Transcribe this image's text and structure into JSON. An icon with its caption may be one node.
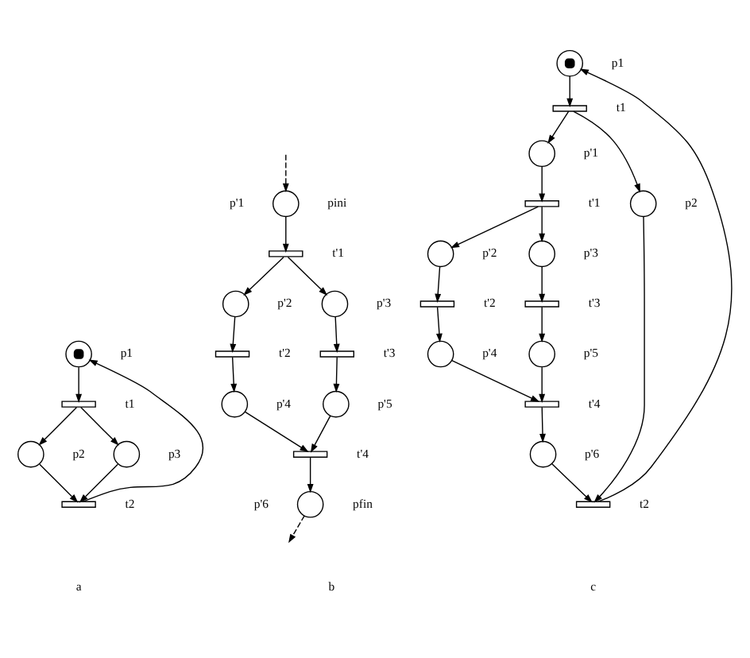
{
  "diagram": {
    "nodes": [
      {
        "text": [],
        "shape": "marked-circle",
        "beside": [
          "p1"
        ]
      },
      {
        "text": [],
        "shape": "bar",
        "beside": [
          "t1"
        ]
      },
      {
        "text": [],
        "shape": "circle",
        "beside": [
          "p2"
        ]
      },
      {
        "text": [],
        "shape": "circle",
        "beside": [
          "p3"
        ]
      },
      {
        "text": [],
        "shape": "bar",
        "beside": [
          "t2"
        ]
      },
      {
        "text": [],
        "shape": "circle",
        "beside": [
          "p'1",
          "pini"
        ]
      },
      {
        "text": [],
        "shape": "bar",
        "beside": [
          "t'1"
        ]
      },
      {
        "text": [],
        "shape": "circle",
        "beside": [
          "p'2"
        ]
      },
      {
        "text": [],
        "shape": "circle",
        "beside": [
          "p'3"
        ]
      },
      {
        "text": [],
        "shape": "bar",
        "beside": [
          "t'2"
        ]
      },
      {
        "text": [],
        "shape": "bar",
        "beside": [
          "t'3"
        ]
      },
      {
        "text": [],
        "shape": "circle",
        "beside": [
          "p'4"
        ]
      },
      {
        "text": [],
        "shape": "circle",
        "beside": [
          "p'5"
        ]
      },
      {
        "text": [],
        "shape": "bar",
        "beside": [
          "t'4"
        ]
      },
      {
        "text": [],
        "shape": "circle",
        "beside": [
          "p'6",
          "pfin"
        ]
      },
      {
        "text": [],
        "shape": "marked-circle",
        "beside": [
          "p1"
        ]
      },
      {
        "text": [],
        "shape": "bar",
        "beside": [
          "t1"
        ]
      },
      {
        "text": [],
        "shape": "circle",
        "beside": [
          "p'1"
        ]
      },
      {
        "text": [],
        "shape": "circle",
        "beside": [
          "p2"
        ]
      },
      {
        "text": [],
        "shape": "bar",
        "beside": [
          "t'1"
        ]
      },
      {
        "text": [],
        "shape": "circle",
        "beside": [
          "p'2"
        ]
      },
      {
        "text": [],
        "shape": "circle",
        "beside": [
          "p'3"
        ]
      },
      {
        "text": [],
        "shape": "bar",
        "beside": [
          "t'2"
        ]
      },
      {
        "text": [],
        "shape": "bar",
        "beside": [
          "t'3"
        ]
      },
      {
        "text": [],
        "shape": "circle",
        "beside": [
          "p'4"
        ]
      },
      {
        "text": [],
        "shape": "circle",
        "beside": [
          "p'5"
        ]
      },
      {
        "text": [],
        "shape": "bar",
        "beside": [
          "t'4"
        ]
      },
      {
        "text": [],
        "shape": "circle",
        "beside": [
          "p'6"
        ]
      },
      {
        "text": [],
        "shape": "bar",
        "beside": [
          "t2"
        ]
      }
    ],
    "edges": [
      {
        "from": 0,
        "to": 1,
        "arrow": "to"
      },
      {
        "from": 1,
        "to": 2,
        "arrow": "to"
      },
      {
        "from": 1,
        "to": 3,
        "arrow": "to"
      },
      {
        "from": 2,
        "to": 4,
        "arrow": "to"
      },
      {
        "from": 3,
        "to": 4,
        "arrow": "to"
      },
      {
        "from": 4,
        "to": 0,
        "arrow": "to"
      },
      {
        "from": null,
        "to": 5,
        "arrow": "to",
        "style": "dashed"
      },
      {
        "from": 5,
        "to": 6,
        "arrow": "to"
      },
      {
        "from": 6,
        "to": 7,
        "arrow": "to"
      },
      {
        "from": 6,
        "to": 8,
        "arrow": "to"
      },
      {
        "from": 7,
        "to": 9,
        "arrow": "to"
      },
      {
        "from": 8,
        "to": 10,
        "arrow": "to"
      },
      {
        "from": 9,
        "to": 11,
        "arrow": "to"
      },
      {
        "from": 10,
        "to": 12,
        "arrow": "to"
      },
      {
        "from": 11,
        "to": 13,
        "arrow": "to"
      },
      {
        "from": 12,
        "to": 13,
        "arrow": "to"
      },
      {
        "from": 13,
        "to": 14,
        "arrow": "to"
      },
      {
        "from": 14,
        "to": null,
        "arrow": "to",
        "style": "dashed"
      },
      {
        "from": 15,
        "to": 16,
        "arrow": "to"
      },
      {
        "from": 16,
        "to": 17,
        "arrow": "to"
      },
      {
        "from": 16,
        "to": 18,
        "arrow": "to"
      },
      {
        "from": 17,
        "to": 19,
        "arrow": "to"
      },
      {
        "from": 19,
        "to": 20,
        "arrow": "to"
      },
      {
        "from": 19,
        "to": 21,
        "arrow": "to"
      },
      {
        "from": 20,
        "to": 22,
        "arrow": "to"
      },
      {
        "from": 21,
        "to": 23,
        "arrow": "to"
      },
      {
        "from": 22,
        "to": 24,
        "arrow": "to"
      },
      {
        "from": 23,
        "to": 25,
        "arrow": "to"
      },
      {
        "from": 24,
        "to": 26,
        "arrow": "to"
      },
      {
        "from": 25,
        "to": 26,
        "arrow": "to"
      },
      {
        "from": 26,
        "to": 27,
        "arrow": "to"
      },
      {
        "from": 27,
        "to": 28,
        "arrow": "to"
      },
      {
        "from": 18,
        "to": 28,
        "arrow": "to"
      },
      {
        "from": 28,
        "to": 15,
        "arrow": "to"
      }
    ],
    "labels": [
      "a",
      "b",
      "c"
    ]
  }
}
